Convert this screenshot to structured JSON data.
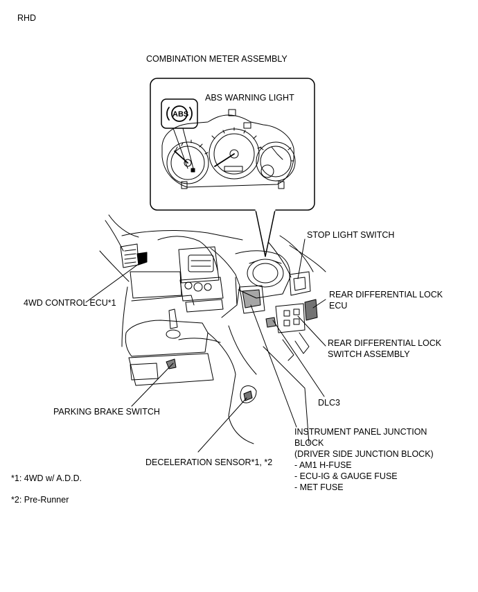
{
  "header": {
    "variant": "RHD"
  },
  "labels": {
    "combination_meter": "COMBINATION METER ASSEMBLY",
    "abs_warning_light": "ABS WARNING LIGHT",
    "abs_symbol": "ABS",
    "stop_light_switch": "STOP LIGHT SWITCH",
    "rear_diff_ecu_line1": "REAR DIFFERENTIAL LOCK",
    "rear_diff_ecu_line2": "ECU",
    "fourwd_control_ecu": "4WD CONTROL ECU*1",
    "rear_diff_switch_line1": "REAR DIFFERENTIAL LOCK",
    "rear_diff_switch_line2": "SWITCH ASSEMBLY",
    "parking_brake_switch": "PARKING BRAKE SWITCH",
    "dlc3": "DLC3",
    "ipjb_line1": "INSTRUMENT PANEL JUNCTION",
    "ipjb_line2": "BLOCK",
    "ipjb_line3": "(DRIVER SIDE JUNCTION BLOCK)",
    "ipjb_fuse1": "- AM1 H-FUSE",
    "ipjb_fuse2": "- ECU-IG & GAUGE FUSE",
    "ipjb_fuse3": "- MET FUSE",
    "deceleration_sensor": "DECELERATION SENSOR*1, *2"
  },
  "footnotes": {
    "note1": "*1: 4WD w/ A.D.D.",
    "note2": "*2: Pre-Runner"
  }
}
